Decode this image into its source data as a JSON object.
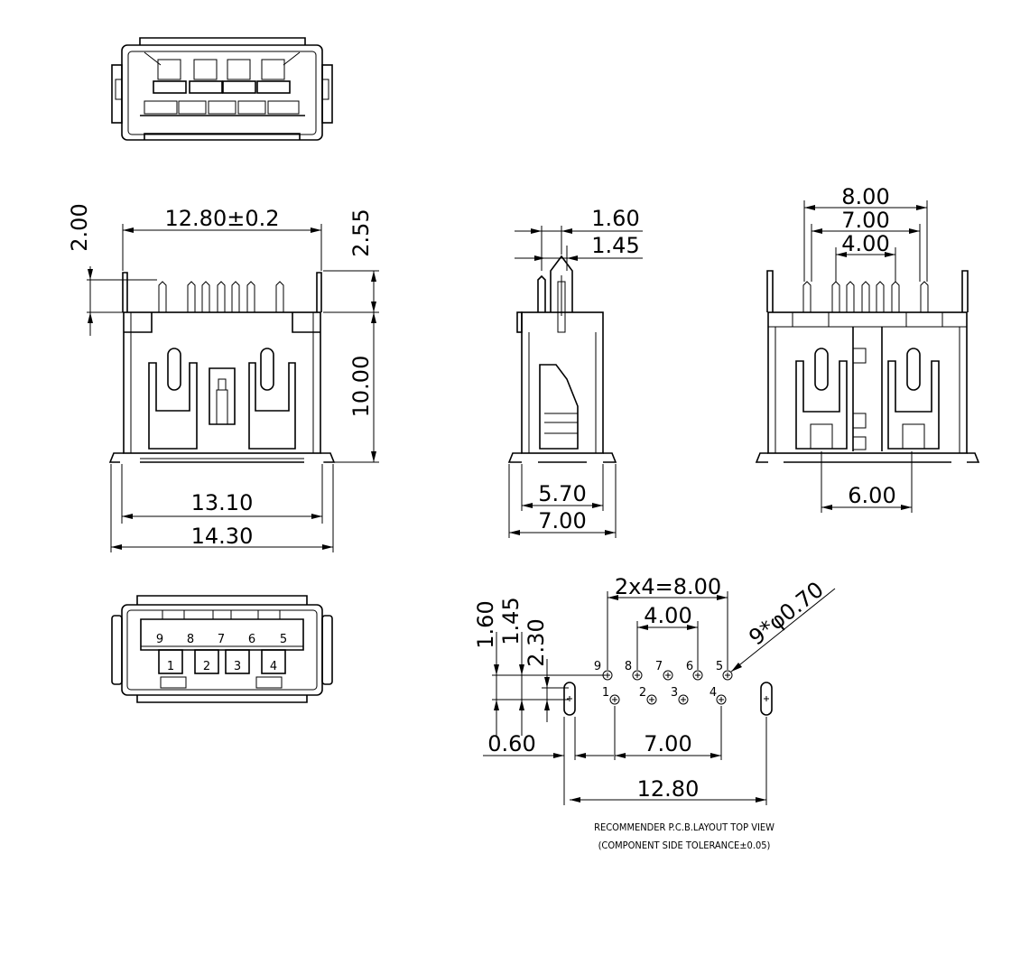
{
  "front_view": {
    "width_label": "12.80±0.2",
    "pin_top_label": "2.00",
    "pin_len_label": "2.55",
    "height_label": "10.00",
    "body_width_label": "13.10",
    "overall_width_label": "14.30"
  },
  "side_view": {
    "pin_a_label": "1.60",
    "pin_b_label": "1.45",
    "base_label": "5.70",
    "overall_label": "7.00"
  },
  "rear_view": {
    "outer_label": "8.00",
    "mid_label": "7.00",
    "inner_label": "4.00",
    "tab_label": "6.00"
  },
  "end_view": {
    "pins_top": [
      "9",
      "8",
      "7",
      "6",
      "5"
    ],
    "pins_bottom": [
      "1",
      "2",
      "3",
      "4"
    ]
  },
  "pcb_layout": {
    "pitch_label": "2x4=8.00",
    "inner_label": "4.00",
    "hole_label": "9*φ0.70",
    "row_a_label": "1.60",
    "row_b_label": "1.45",
    "row_c_label": "2.30",
    "slot_label": "0.60",
    "row_width_label": "7.00",
    "slot_span_label": "12.80",
    "pins_top": [
      "9",
      "8",
      "7",
      "6",
      "5"
    ],
    "pins_bottom": [
      "1",
      "2",
      "3",
      "4"
    ],
    "note_line1": "RECOMMENDER P.C.B.LAYOUT TOP VIEW",
    "note_line2": "(COMPONENT SIDE TOLERANCE±0.05)"
  }
}
